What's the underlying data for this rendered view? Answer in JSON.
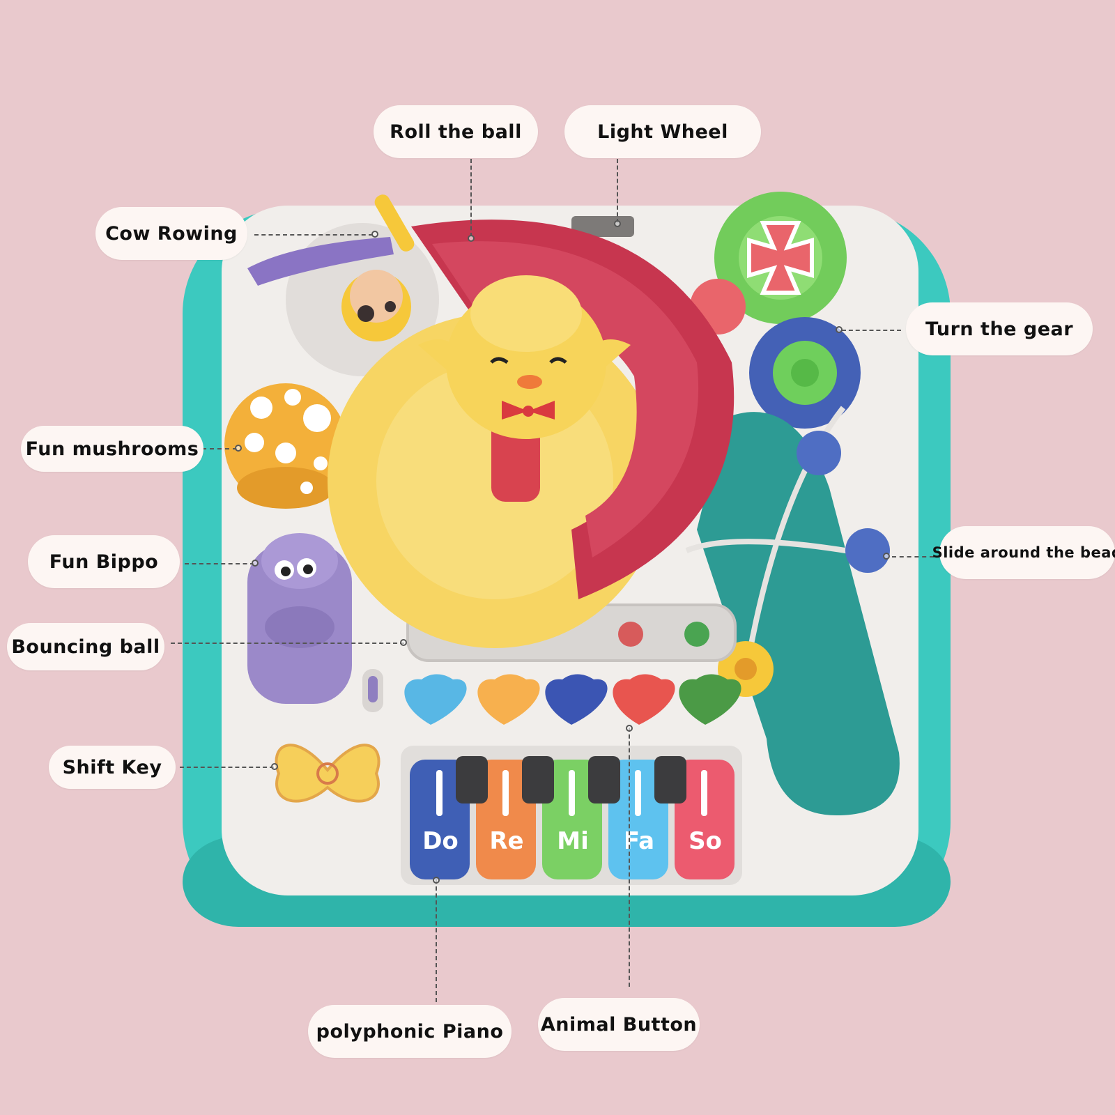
{
  "colors": {
    "background": "#e9c9cd",
    "callout_fill": "#fdf6f3",
    "table_base": "#3cc9bf",
    "table_top": "#f1eeeb"
  },
  "callouts": {
    "roll_the_ball": "Roll the ball",
    "light_wheel": "Light Wheel",
    "cow_rowing": "Cow Rowing",
    "turn_the_gear": "Turn the gear",
    "fun_mushrooms": "Fun mushrooms",
    "fun_bippo": "Fun Bippo",
    "slide_around_the_bead": "Slide around the bead",
    "bouncing_ball": "Bouncing ball",
    "shift_key": "Shift Key",
    "polyphonic_piano": "polyphonic Piano",
    "animal_button": "Animal Button"
  },
  "piano_keys": [
    "Do",
    "Re",
    "Mi",
    "Fa",
    "So"
  ],
  "animal_buttons": [
    "unicorn-icon",
    "cat-icon",
    "lion-icon",
    "cow-icon",
    "frog-icon"
  ],
  "icons": [
    "duck-icon",
    "mushroom-icon",
    "hippo-icon",
    "gear-icon",
    "butterfly-icon",
    "cow-icon",
    "bead-icon"
  ]
}
